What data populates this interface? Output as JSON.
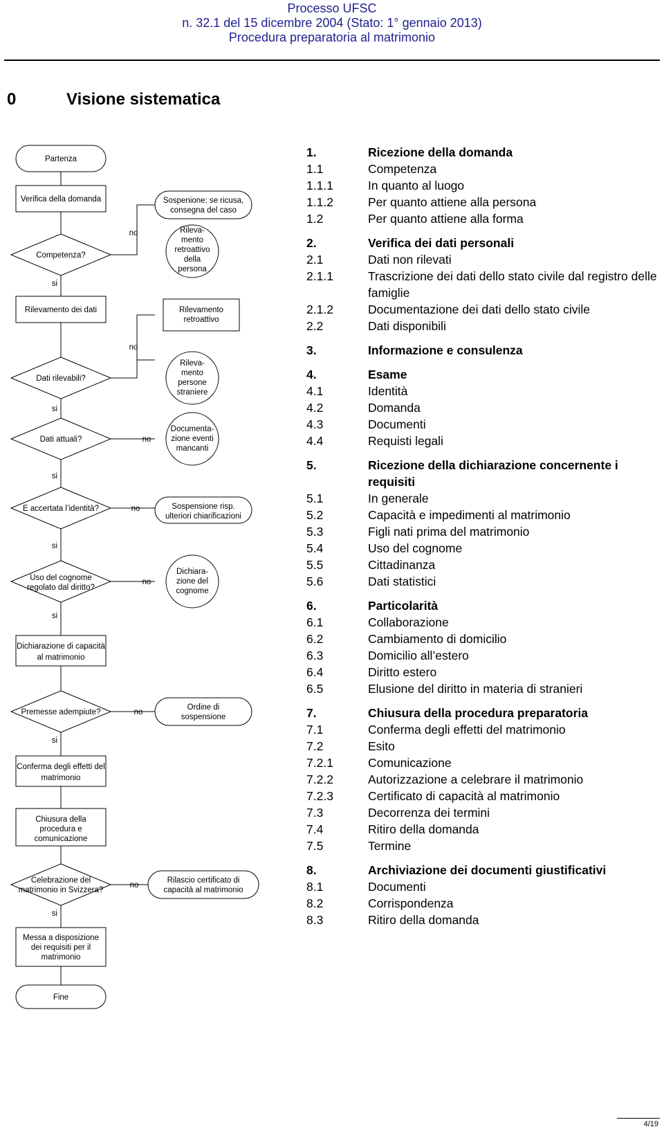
{
  "header": {
    "line1": "Processo UFSC",
    "line2": "n. 32.1 del 15 dicembre 2004 (Stato: 1° gennaio 2013)",
    "line3": "Procedura preparatoria al matrimonio"
  },
  "section": {
    "number": "0",
    "title": "Visione sistematica"
  },
  "flow": {
    "start": "Partenza",
    "verify": "Verifica della domanda",
    "competence": "Competenza?",
    "survey": "Rilevamento dei dati",
    "data_surveyable": "Dati rilevabili?",
    "data_current": "Dati attuali?",
    "identity": "E accertata l’identità?",
    "surname_1": "Uso del cognome",
    "surname_2": "regolato dal diritto?",
    "capacity_1": "Dichiarazione di capacità",
    "capacity_2": "al matrimonio",
    "premises": "Premesse adempiute?",
    "confirm_1": "Conferma degli effetti del",
    "confirm_2": "matrimonio",
    "close_1": "Chiusura della",
    "close_2": "procedura e",
    "close_3": "comunicazione",
    "celebration_1": "Celebrazione del",
    "celebration_2": "matrimonio in Svizzera?",
    "provide_1": "Messa a disposizione",
    "provide_2": "dei requisiti per il",
    "provide_3": "matrimonio",
    "end": "Fine",
    "suspension_1": "Sospenione: se ricusa,",
    "suspension_2": "consegna del caso",
    "retro_person_1": "Rileva-",
    "retro_person_2": "mento",
    "retro_person_3": "retroattivo",
    "retro_person_4": "della",
    "retro_person_5": "persona",
    "retro_1": "Rilevamento",
    "retro_2": "retroattivo",
    "foreign_1": "Rileva-",
    "foreign_2": "mento",
    "foreign_3": "persone",
    "foreign_4": "straniere",
    "missing_1": "Documenta-",
    "missing_2": "zione eventi",
    "missing_3": "mancanti",
    "clarify_1": "Sospensione risp.",
    "clarify_2": "ulteriori chiarificazioni",
    "surname_decl_1": "Dichiara-",
    "surname_decl_2": "zione del",
    "surname_decl_3": "cognome",
    "order_1": "Ordine di",
    "order_2": "sospensione",
    "certificate_1": "Rilascio certificato di",
    "certificate_2": "capacità al matrimonio",
    "yes": "si",
    "no": "no"
  },
  "toc": [
    {
      "n": "1.",
      "t": "Ricezione della domanda",
      "bold": true
    },
    {
      "n": "1.1",
      "t": "Competenza"
    },
    {
      "n": "1.1.1",
      "t": "In quanto al luogo"
    },
    {
      "n": "1.1.2",
      "t": "Per quanto attiene alla persona"
    },
    {
      "n": "1.2",
      "t": "Per quanto attiene alla forma",
      "gap": true
    },
    {
      "n": "2.",
      "t": "Verifica dei dati personali",
      "bold": true
    },
    {
      "n": "2.1",
      "t": "Dati non rilevati"
    },
    {
      "n": "2.1.1",
      "t": "Trascrizione dei dati dello stato civile dal registro delle famiglie"
    },
    {
      "n": "2.1.2",
      "t": "Documentazione dei dati dello stato civile"
    },
    {
      "n": "2.2",
      "t": "Dati disponibili",
      "gap": true
    },
    {
      "n": "3.",
      "t": "Informazione e consulenza",
      "bold": true,
      "gap": true
    },
    {
      "n": "4.",
      "t": "Esame",
      "bold": true
    },
    {
      "n": "4.1",
      "t": "Identità"
    },
    {
      "n": "4.2",
      "t": "Domanda"
    },
    {
      "n": "4.3",
      "t": "Documenti"
    },
    {
      "n": "4.4",
      "t": "Requisti legali",
      "gap": true
    },
    {
      "n": "5.",
      "t": "Ricezione della dichiarazione concernente i requisiti",
      "bold": true
    },
    {
      "n": "5.1",
      "t": "In generale"
    },
    {
      "n": "5.2",
      "t": "Capacità e impedimenti al matrimonio"
    },
    {
      "n": "5.3",
      "t": "Figli nati prima del matrimonio"
    },
    {
      "n": "5.4",
      "t": "Uso del cognome"
    },
    {
      "n": "5.5",
      "t": "Cittadinanza"
    },
    {
      "n": "5.6",
      "t": "Dati statistici",
      "gap": true
    },
    {
      "n": "6.",
      "t": "Particolarità",
      "bold": true
    },
    {
      "n": "6.1",
      "t": "Collaborazione"
    },
    {
      "n": "6.2",
      "t": "Cambiamento di domicilio"
    },
    {
      "n": "6.3",
      "t": "Domicilio all’estero"
    },
    {
      "n": "6.4",
      "t": "Diritto estero"
    },
    {
      "n": "6.5",
      "t": "Elusione del diritto in materia di stranieri",
      "gap": true
    },
    {
      "n": "7.",
      "t": "Chiusura della procedura preparatoria",
      "bold": true
    },
    {
      "n": "7.1",
      "t": "Conferma degli effetti del matrimonio"
    },
    {
      "n": "7.2",
      "t": "Esito"
    },
    {
      "n": "7.2.1",
      "t": "Comunicazione"
    },
    {
      "n": "7.2.2",
      "t": "Autorizzazione a celebrare il matrimonio"
    },
    {
      "n": "7.2.3",
      "t": "Certificato di capacità al matrimonio"
    },
    {
      "n": "7.3",
      "t": "Decorrenza dei termini"
    },
    {
      "n": "7.4",
      "t": "Ritiro della domanda"
    },
    {
      "n": "7.5",
      "t": "Termine",
      "gap": true
    },
    {
      "n": "8.",
      "t": "Archiviazione dei documenti giustificativi",
      "bold": true
    },
    {
      "n": "8.1",
      "t": "Documenti"
    },
    {
      "n": "8.2",
      "t": "Corrispondenza"
    },
    {
      "n": "8.3",
      "t": "Ritiro della domanda"
    }
  ],
  "page": "4/19"
}
